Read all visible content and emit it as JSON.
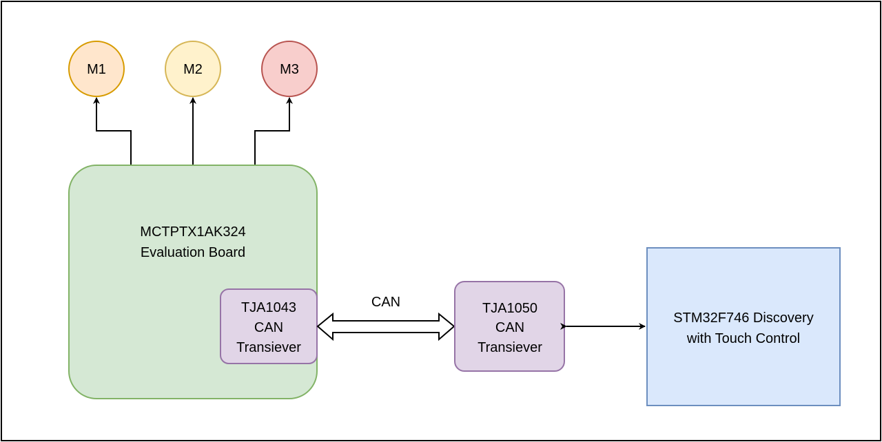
{
  "nodes": {
    "m1": {
      "label": "M1",
      "fill": "#ffe6cc",
      "stroke": "#d79b00"
    },
    "m2": {
      "label": "M2",
      "fill": "#fff2cc",
      "stroke": "#d6b656"
    },
    "m3": {
      "label": "M3",
      "fill": "#f8cecc",
      "stroke": "#b85450"
    },
    "eval_board": {
      "line1": "MCTPTX1AK324",
      "line2": "Evaluation Board",
      "fill": "#d5e8d4",
      "stroke": "#82b366"
    },
    "tja1043": {
      "line1": "TJA1043",
      "line2": "CAN",
      "line3": "Transiever",
      "fill": "#e1d5e7",
      "stroke": "#9673a6"
    },
    "tja1050": {
      "line1": "TJA1050",
      "line2": "CAN",
      "line3": "Transiever",
      "fill": "#e1d5e7",
      "stroke": "#9673a6"
    },
    "stm32": {
      "line1": "STM32F746 Discovery",
      "line2": "with Touch Control",
      "fill": "#dae8fc",
      "stroke": "#6c8ebf"
    }
  },
  "edges": {
    "can_label": "CAN"
  }
}
